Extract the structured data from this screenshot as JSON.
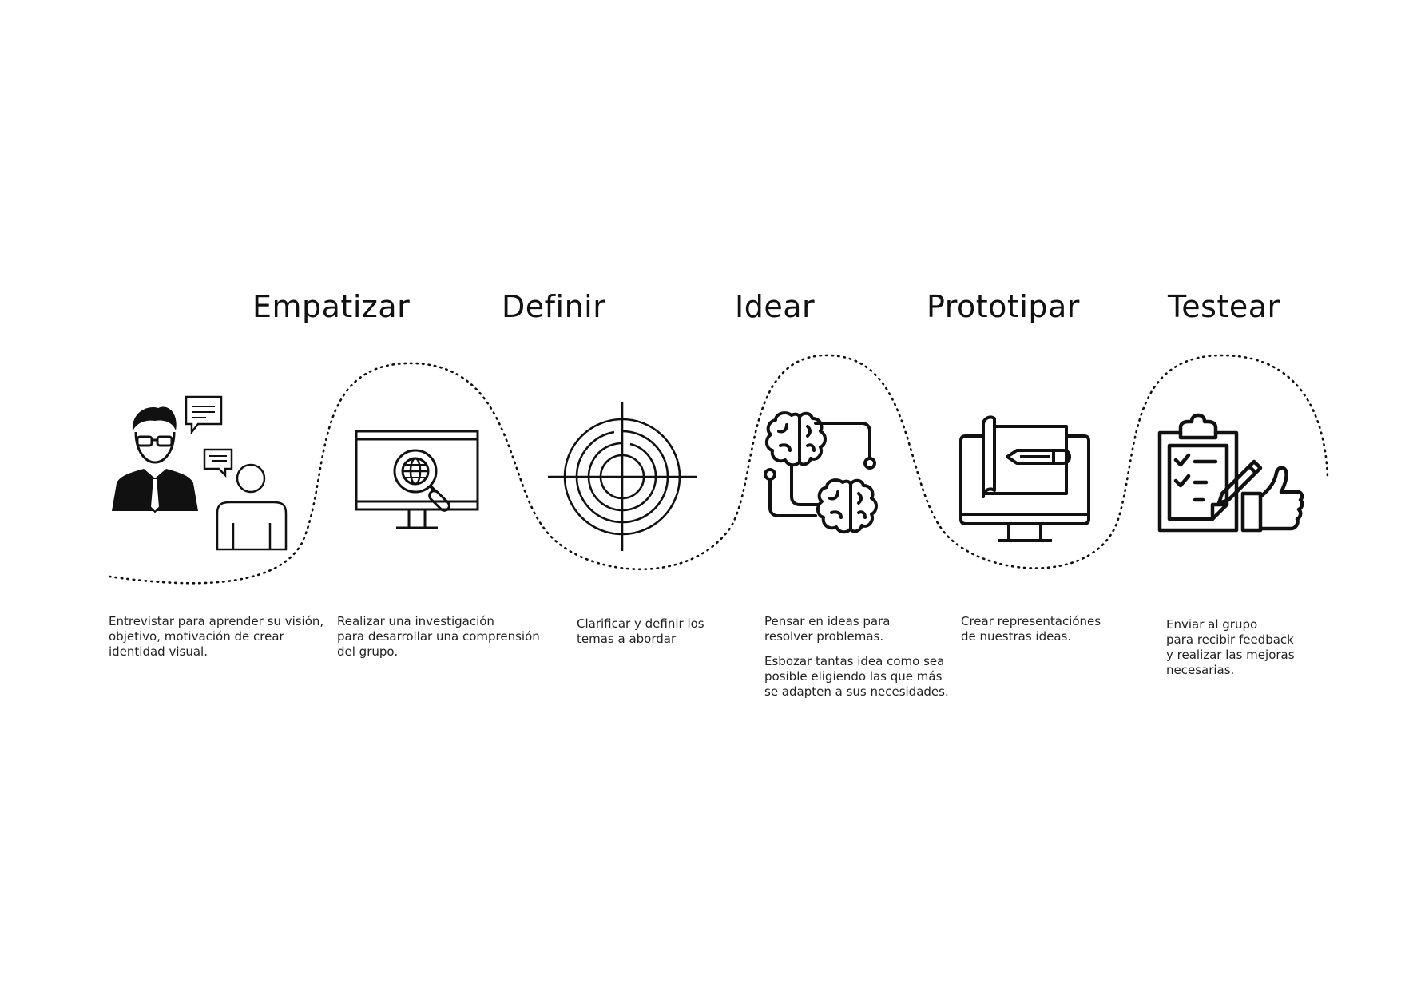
{
  "stages": [
    {
      "title": "Empatizar",
      "icon": "interview-people-icon",
      "description": [
        "Entrevistar para  aprender su visión,",
        "objetivo, motivación  de crear",
        "identidad visual."
      ]
    },
    {
      "title": "Definir",
      "icon": "monitor-search-globe-icon",
      "description": [
        "Realizar una investigación",
        "para desarrollar una comprensión",
        "del grupo."
      ]
    },
    {
      "title": "Idear",
      "icon": "target-crosshair-icon",
      "description": [
        "Clarificar y definir los",
        "temas a abordar"
      ]
    },
    {
      "title": "Prototipar",
      "icon": "brain-connection-icon",
      "description": [
        "Pensar en ideas para",
        "resolver problemas."
      ],
      "description_extra": [
        "Esbozar tantas idea como sea",
        "posible eligiendo las que más",
        "se adapten a sus necesidades."
      ]
    },
    {
      "title": "Testear",
      "icon": "monitor-blueprint-pencil-icon",
      "description": [
        "Crear representaciónes",
        "de nuestras ideas."
      ]
    },
    {
      "icon": "clipboard-thumbs-up-icon",
      "description": [
        "Enviar al grupo",
        "para recibir feedback",
        "y  realizar las mejoras",
        "necesarias."
      ]
    }
  ],
  "colors": {
    "ink": "#111111",
    "text": "#222222",
    "background": "#ffffff"
  }
}
